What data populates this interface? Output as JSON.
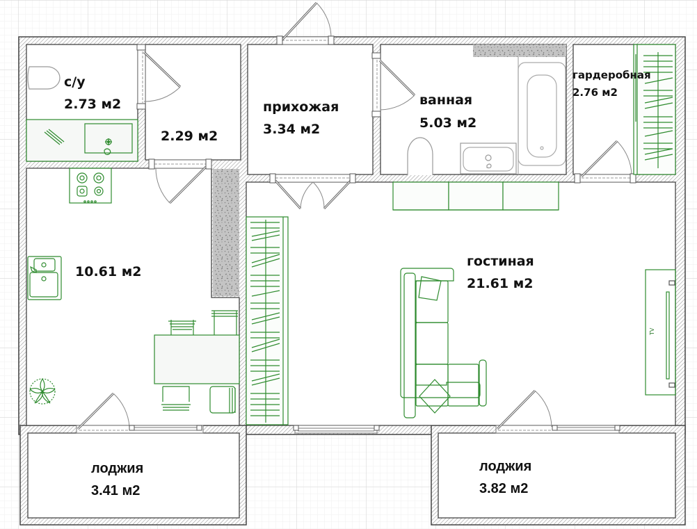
{
  "plan": {
    "type": "apartment floor plan",
    "colors": {
      "background": "#ffffff",
      "grid_minor": "#eeeeee",
      "grid_major": "#dcdcdc",
      "wall_fill": "#ffffff",
      "wall_hatch": "#9a9a9a",
      "wall_outline": "#444444",
      "furniture": "#2e8b2e",
      "concrete": "#b8b8b8",
      "text": "#111111"
    },
    "rooms": [
      {
        "id": "wc",
        "name": "с/у",
        "area": "2.73 м2"
      },
      {
        "id": "storage",
        "name": "",
        "area": "2.29 м2"
      },
      {
        "id": "hall",
        "name": "прихожая",
        "area": "3.34 м2"
      },
      {
        "id": "bathroom",
        "name": "ванная",
        "area": "5.03 м2"
      },
      {
        "id": "wardrobe",
        "name": "гардеробная",
        "area": "2.76 м2"
      },
      {
        "id": "kitchen",
        "name": "",
        "area": "10.61 м2"
      },
      {
        "id": "living",
        "name": "гостиная",
        "area": "21.61 м2"
      },
      {
        "id": "loggia1",
        "name": "лоджия",
        "area": "3.41 м2"
      },
      {
        "id": "loggia2",
        "name": "лоджия",
        "area": "3.82 м2"
      }
    ],
    "furniture_labels": {
      "tv": "TV"
    }
  }
}
